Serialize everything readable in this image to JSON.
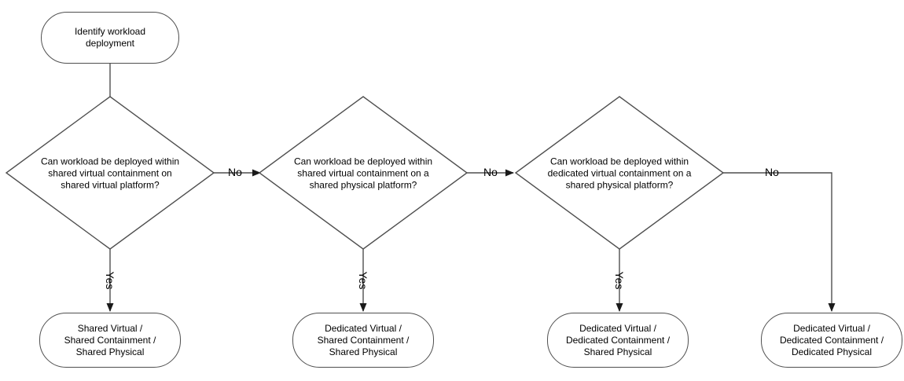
{
  "flowchart": {
    "start": {
      "label": "Identify workload deployment",
      "lines": [
        "Identify workload",
        "deployment"
      ]
    },
    "decisions": [
      {
        "label": "Can workload be deployed within shared virtual containment on shared virtual platform?",
        "lines": [
          "Can workload be deployed within",
          "shared virtual containment on",
          "shared virtual platform?"
        ],
        "yes_label": "Yes",
        "no_label": "No"
      },
      {
        "label": "Can workload be deployed within shared virtual containment on a shared physical platform?",
        "lines": [
          "Can workload be deployed within",
          "shared virtual containment on a",
          "shared physical platform?"
        ],
        "yes_label": "Yes",
        "no_label": "No"
      },
      {
        "label": "Can workload be deployed within dedicated virtual containment on a shared physical platform?",
        "lines": [
          "Can workload be deployed within",
          "dedicated virtual containment on a",
          "shared physical platform?"
        ],
        "yes_label": "Yes",
        "no_label": "No"
      }
    ],
    "outcomes": [
      {
        "label": "Shared Virtual / Shared Containment / Shared Physical",
        "lines": [
          "Shared Virtual /",
          "Shared Containment /",
          "Shared Physical"
        ]
      },
      {
        "label": "Dedicated Virtual / Shared Containment / Shared Physical",
        "lines": [
          "Dedicated Virtual /",
          "Shared Containment /",
          "Shared Physical"
        ]
      },
      {
        "label": "Dedicated Virtual / Dedicated Containment / Shared Physical",
        "lines": [
          "Dedicated Virtual /",
          "Dedicated Containment /",
          "Shared Physical"
        ]
      },
      {
        "label": "Dedicated Virtual / Dedicated Containment / Dedicated Physical",
        "lines": [
          "Dedicated Virtual /",
          "Dedicated Containment /",
          "Dedicated Physical"
        ]
      }
    ],
    "colors": {
      "line": "#4f4f4f",
      "arrow": "#1a1a1a",
      "text": "#000000",
      "background": "#ffffff"
    }
  }
}
